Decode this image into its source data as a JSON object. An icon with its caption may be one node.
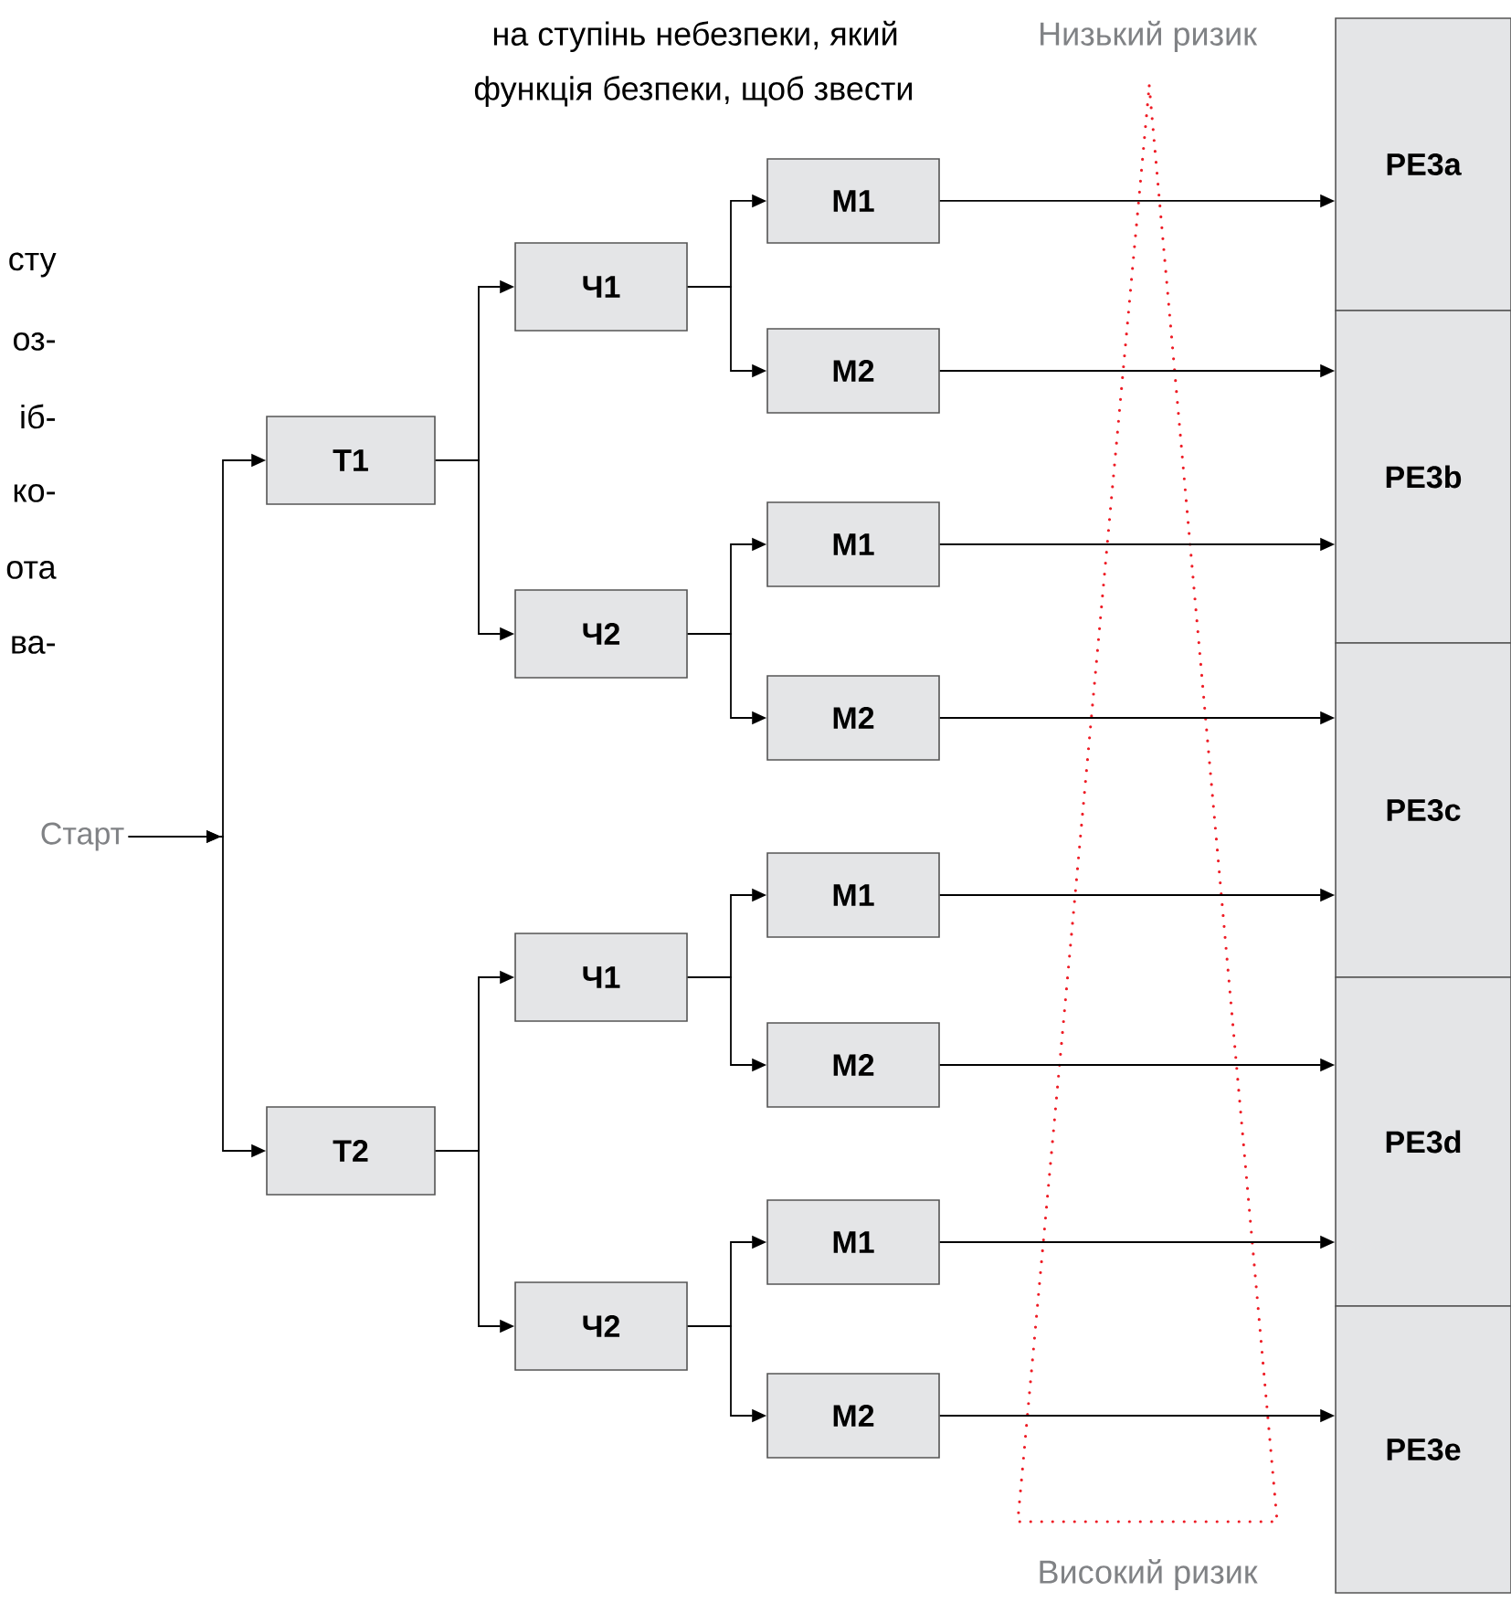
{
  "diagram": {
    "nodes": [
      {
        "text": [
          "Старт"
        ]
      },
      {
        "text": [
          "T1"
        ]
      },
      {
        "text": [
          "T2"
        ]
      },
      {
        "text": [
          "Ч1"
        ]
      },
      {
        "text": [
          "Ч2"
        ]
      },
      {
        "text": [
          "Ч1"
        ]
      },
      {
        "text": [
          "Ч2"
        ]
      },
      {
        "text": [
          "M1"
        ]
      },
      {
        "text": [
          "M2"
        ]
      },
      {
        "text": [
          "M1"
        ]
      },
      {
        "text": [
          "M2"
        ]
      },
      {
        "text": [
          "M1"
        ]
      },
      {
        "text": [
          "M2"
        ]
      },
      {
        "text": [
          "M1"
        ]
      },
      {
        "text": [
          "M2"
        ]
      },
      {
        "text": [
          "PE3a"
        ]
      },
      {
        "text": [
          "PE3b"
        ]
      },
      {
        "text": [
          "PE3c"
        ]
      },
      {
        "text": [
          "PE3d"
        ]
      },
      {
        "text": [
          "PE3e"
        ]
      }
    ],
    "edges": [
      {
        "from": 0,
        "to": 1,
        "arrow": "to"
      },
      {
        "from": 0,
        "to": 2,
        "arrow": "to"
      },
      {
        "from": 1,
        "to": 3,
        "arrow": "to"
      },
      {
        "from": 1,
        "to": 4,
        "arrow": "to"
      },
      {
        "from": 2,
        "to": 5,
        "arrow": "to"
      },
      {
        "from": 2,
        "to": 6,
        "arrow": "to"
      },
      {
        "from": 3,
        "to": 7,
        "arrow": "to"
      },
      {
        "from": 3,
        "to": 8,
        "arrow": "to"
      },
      {
        "from": 4,
        "to": 9,
        "arrow": "to"
      },
      {
        "from": 4,
        "to": 10,
        "arrow": "to"
      },
      {
        "from": 5,
        "to": 11,
        "arrow": "to"
      },
      {
        "from": 5,
        "to": 12,
        "arrow": "to"
      },
      {
        "from": 6,
        "to": 13,
        "arrow": "to"
      },
      {
        "from": 6,
        "to": 14,
        "arrow": "to"
      },
      {
        "from": 7,
        "to": 15,
        "arrow": "to"
      },
      {
        "from": 8,
        "to": 16,
        "arrow": "to"
      },
      {
        "from": 9,
        "to": 16,
        "arrow": "to"
      },
      {
        "from": 10,
        "to": 17,
        "arrow": "to"
      },
      {
        "from": 11,
        "to": 17,
        "arrow": "to"
      },
      {
        "from": 12,
        "to": 18,
        "arrow": "to"
      },
      {
        "from": 13,
        "to": 18,
        "arrow": "to"
      },
      {
        "from": 14,
        "to": 19,
        "arrow": "to"
      }
    ],
    "labels": [
      "на ступінь небезпеки, який",
      "функція безпеки, щоб звести",
      "Низький ризик",
      "сту",
      "оз-",
      "іб-",
      "ко-",
      "ота",
      "ва-",
      "Високий ризик"
    ]
  }
}
